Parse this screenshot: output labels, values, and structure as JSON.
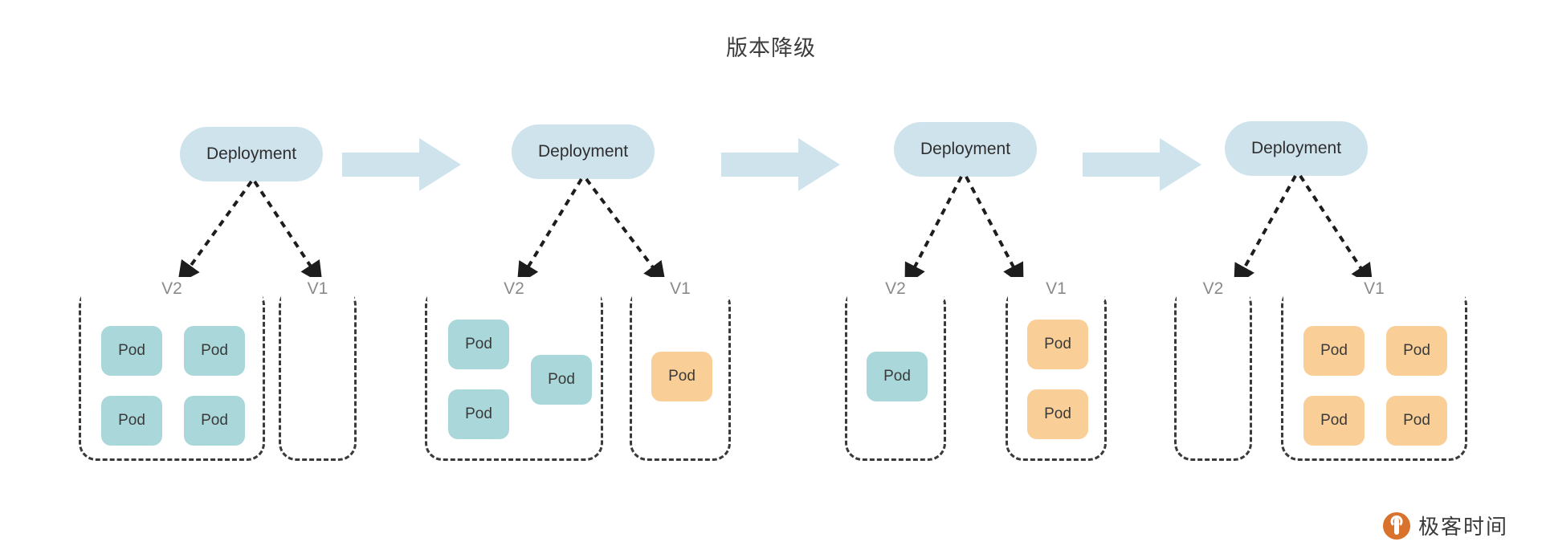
{
  "title": "版本降级",
  "labels": {
    "deployment": "Deployment",
    "pod": "Pod",
    "v2": "V2",
    "v1": "V1"
  },
  "colors": {
    "deployment_fill": "#cfe3ed",
    "arrow_fill": "#cfe3ed",
    "pod_v2": "#a9d7da",
    "pod_v1": "#f9cf97",
    "group_border": "#3a3a3a",
    "group_label": "#8a8a8a",
    "title_text": "#3c3c3c",
    "brand_orange": "#d8722c"
  },
  "stages": [
    {
      "id": "stage-1",
      "deployment_label": "Deployment",
      "groups": [
        {
          "id": "v2",
          "label": "V2",
          "version": "V2",
          "pod_count": 4,
          "pod_labels": [
            "Pod",
            "Pod",
            "Pod",
            "Pod"
          ],
          "layout": "grid-2x2"
        },
        {
          "id": "v1",
          "label": "V1",
          "version": "V1",
          "pod_count": 0,
          "pod_labels": [],
          "layout": "empty"
        }
      ]
    },
    {
      "id": "stage-2",
      "deployment_label": "Deployment",
      "groups": [
        {
          "id": "v2",
          "label": "V2",
          "version": "V2",
          "pod_count": 3,
          "pod_labels": [
            "Pod",
            "Pod",
            "Pod"
          ],
          "layout": "stagger-3"
        },
        {
          "id": "v1",
          "label": "V1",
          "version": "V1",
          "pod_count": 1,
          "pod_labels": [
            "Pod"
          ],
          "layout": "single"
        }
      ]
    },
    {
      "id": "stage-3",
      "deployment_label": "Deployment",
      "groups": [
        {
          "id": "v2",
          "label": "V2",
          "version": "V2",
          "pod_count": 1,
          "pod_labels": [
            "Pod"
          ],
          "layout": "single"
        },
        {
          "id": "v1",
          "label": "V1",
          "version": "V1",
          "pod_count": 2,
          "pod_labels": [
            "Pod",
            "Pod"
          ],
          "layout": "stack-2"
        }
      ]
    },
    {
      "id": "stage-4",
      "deployment_label": "Deployment",
      "groups": [
        {
          "id": "v2",
          "label": "V2",
          "version": "V2",
          "pod_count": 0,
          "pod_labels": [],
          "layout": "empty"
        },
        {
          "id": "v1",
          "label": "V1",
          "version": "V1",
          "pod_count": 4,
          "pod_labels": [
            "Pod",
            "Pod",
            "Pod",
            "Pod"
          ],
          "layout": "grid-2x2"
        }
      ]
    }
  ],
  "transitions": [
    {
      "id": "arrow-1-2",
      "from": "stage-1",
      "to": "stage-2"
    },
    {
      "id": "arrow-2-3",
      "from": "stage-2",
      "to": "stage-3"
    },
    {
      "id": "arrow-3-4",
      "from": "stage-3",
      "to": "stage-4"
    }
  ],
  "brand": {
    "name": "极客时间"
  }
}
